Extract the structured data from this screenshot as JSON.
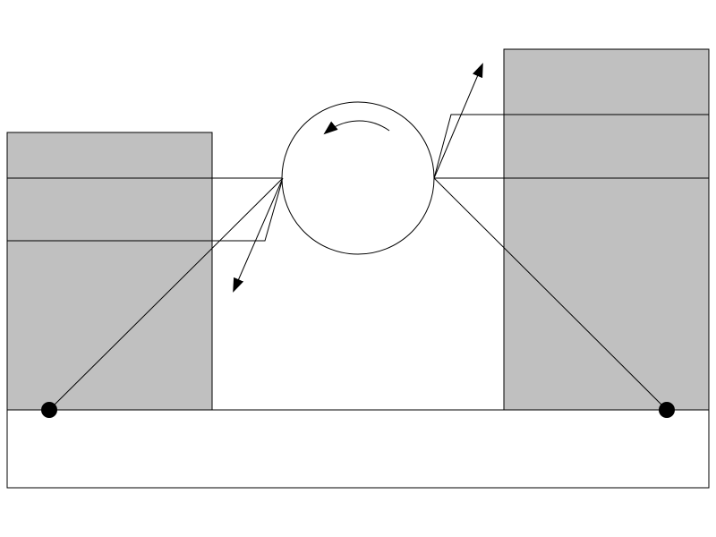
{
  "diagram": {
    "colors": {
      "background": "#ffffff",
      "block_fill": "#c0c0c0",
      "stroke": "#000000",
      "pivot": "#000000",
      "arrow": "#000000"
    },
    "elements": [
      "base-platform",
      "left-block",
      "right-block",
      "center-disc",
      "rotation-arrow",
      "left-pivot",
      "right-pivot",
      "left-force-arrow",
      "right-force-arrow"
    ]
  }
}
